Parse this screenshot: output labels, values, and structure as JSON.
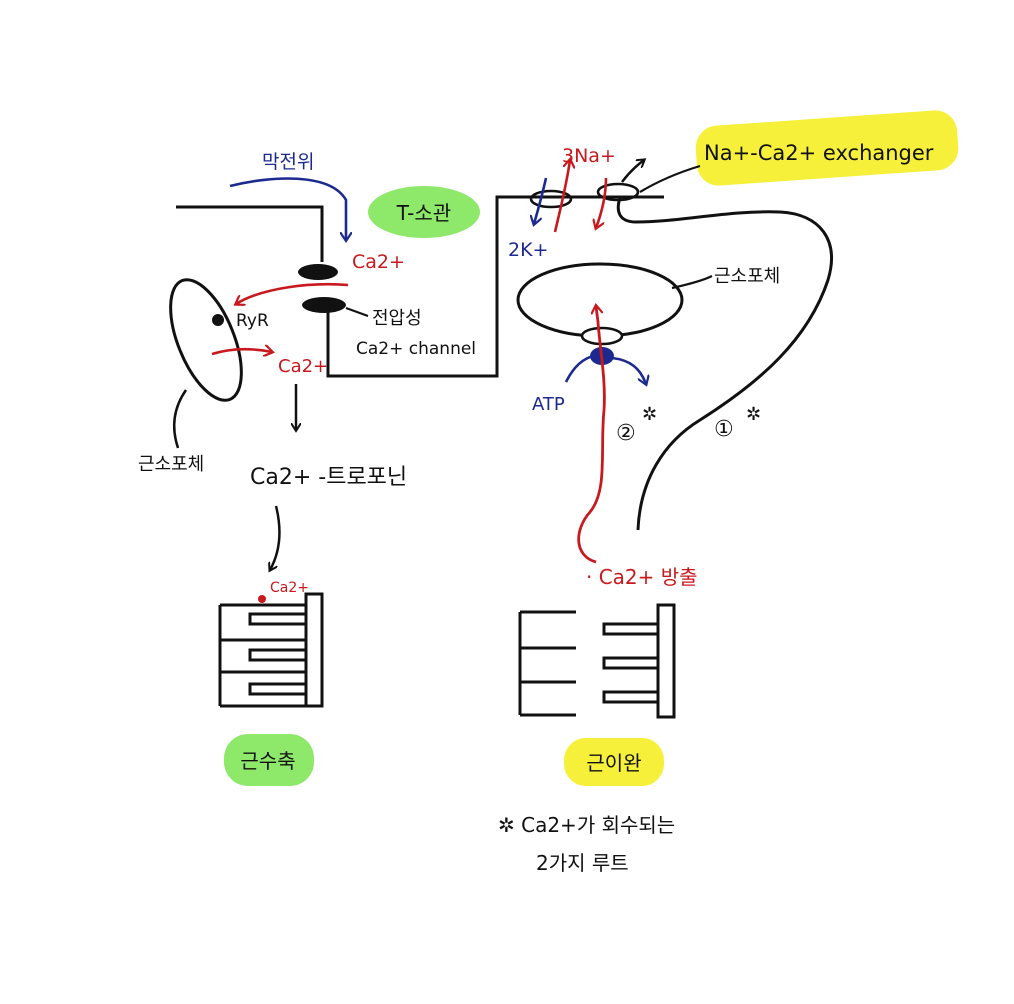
{
  "labels": {
    "membrane_potential": "막전위",
    "t_tubule": "T-소관",
    "ca_top": "Ca2+",
    "ryr": "RyR",
    "voltage_gated": "전압성",
    "ca_channel": "Ca2+ channel",
    "ca_released_sr": "Ca2+",
    "sr_left": "근소포체",
    "ca_troponin": "Ca2+ -트로포닌",
    "ca_dot": "Ca2+",
    "contraction": "근수축",
    "three_na": "3Na+",
    "two_k": "2K+",
    "exchanger": "Na+-Ca2+ exchanger",
    "sr_right": "근소포체",
    "atp": "ATP",
    "route_two": "②",
    "route_one": "①",
    "route_mark": "✲",
    "ca_release": "· Ca2+ 방출",
    "relaxation": "근이완",
    "note_line1": "✲ Ca2+가 회수되는",
    "note_line2": "2가지 루트"
  },
  "colors": {
    "ink": "#111111",
    "red": "#c8191e",
    "blue": "#1c2a8f",
    "green_highlight": "#8ee86a",
    "yellow_highlight": "#f7f03a"
  }
}
